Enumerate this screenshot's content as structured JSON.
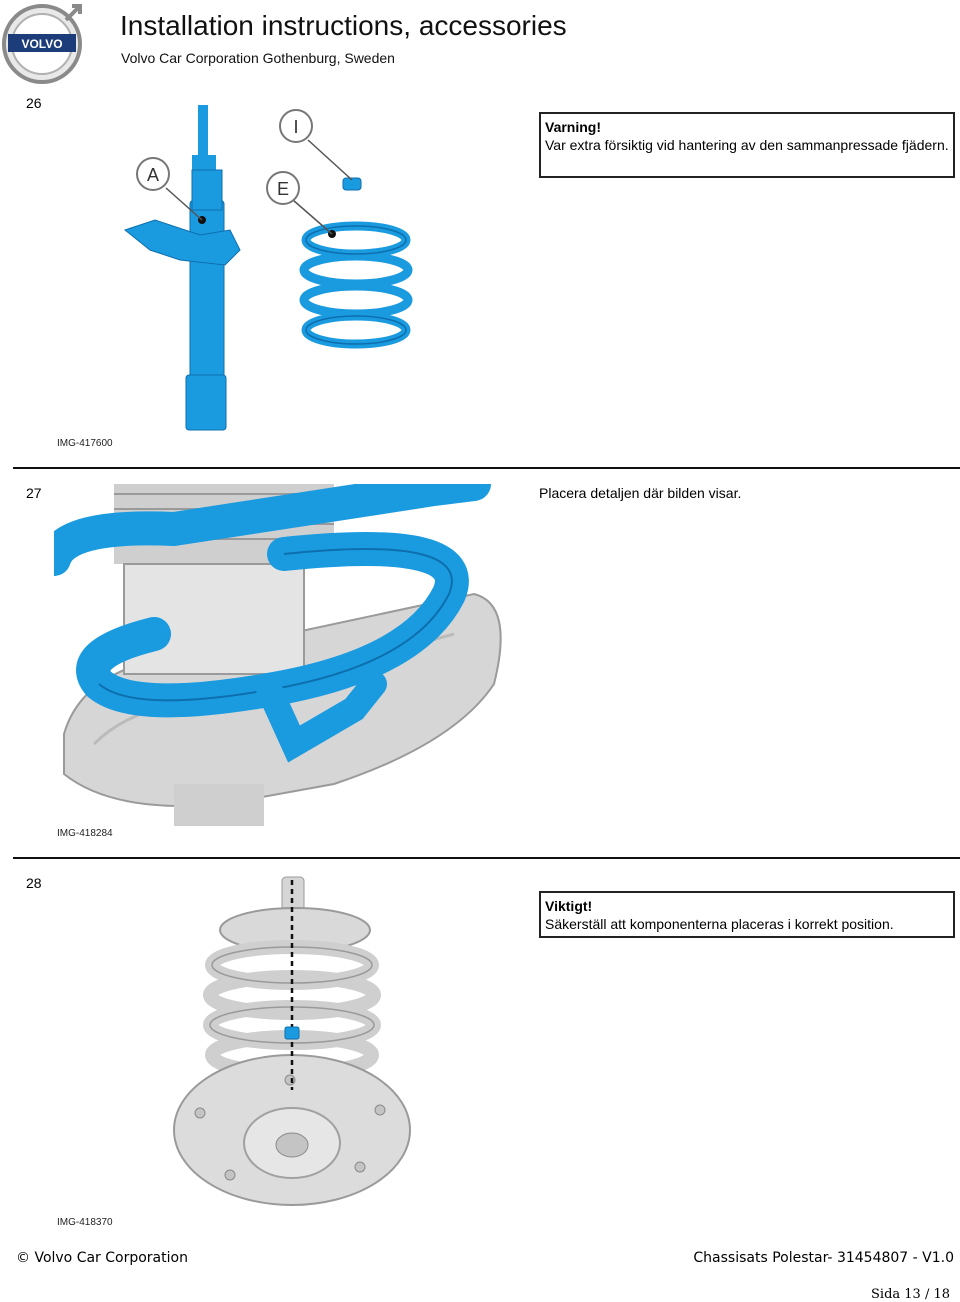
{
  "header": {
    "title": "Installation instructions, accessories",
    "subtitle": "Volvo Car Corporation Gothenburg, Sweden",
    "logo_text": "VOLVO"
  },
  "steps": [
    {
      "number": "26",
      "notice_heading": "Varning!",
      "notice_text": "Var extra försiktig vid hantering av den sammanpressade fjädern.",
      "image_id": "IMG-417600",
      "callouts": [
        "A",
        "I",
        "E"
      ]
    },
    {
      "number": "27",
      "text": "Placera detaljen där bilden visar.",
      "image_id": "IMG-418284"
    },
    {
      "number": "28",
      "notice_heading": "Viktigt!",
      "notice_text": "Säkerställ att komponenterna placeras i korrekt position.",
      "image_id": "IMG-418370"
    }
  ],
  "footer": {
    "copyright": "© Volvo Car Corporation",
    "doc_ref": "Chassisats Polestar- 31454807 - V1.0",
    "page": "Sida 13 / 18"
  },
  "colors": {
    "part_blue": "#1a9be0",
    "part_blue_dark": "#0d6fae",
    "part_grey": "#d6d6d6",
    "part_grey_dark": "#9a9a9a"
  }
}
